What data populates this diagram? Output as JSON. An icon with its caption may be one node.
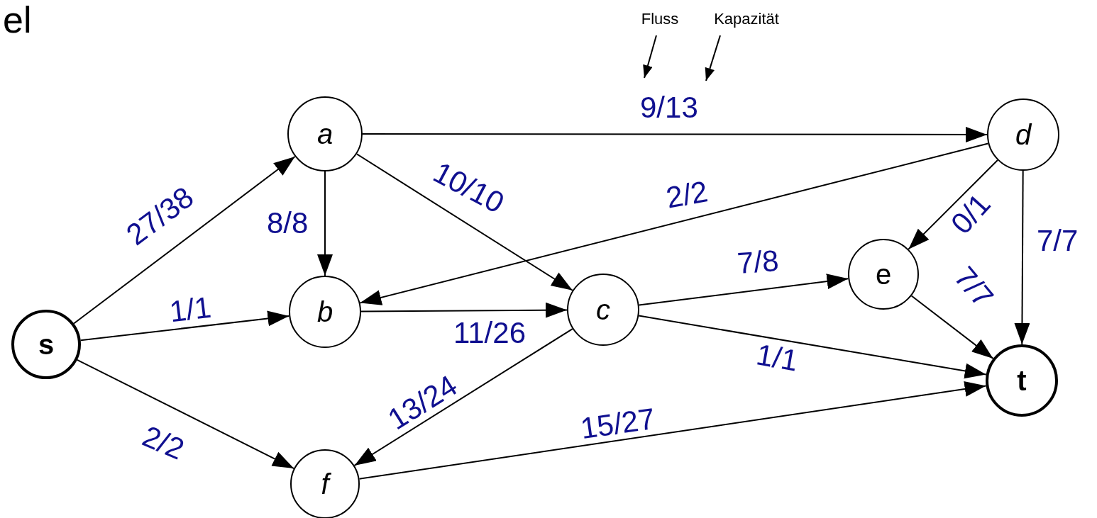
{
  "diagram": {
    "nodes": [
      {
        "text": [
          "s"
        ]
      },
      {
        "text": [
          "a"
        ]
      },
      {
        "text": [
          "b"
        ]
      },
      {
        "text": [
          "c"
        ]
      },
      {
        "text": [
          "d"
        ]
      },
      {
        "text": [
          "e"
        ]
      },
      {
        "text": [
          "t"
        ]
      },
      {
        "text": [
          "f"
        ]
      },
      {
        "text": [
          "Fluss"
        ]
      },
      {
        "text": [
          "Kapazität"
        ]
      }
    ],
    "edges": [
      {
        "from": 0,
        "to": 1,
        "arrow": "to",
        "label": "27/38"
      },
      {
        "from": 0,
        "to": 2,
        "arrow": "to",
        "label": "1/1"
      },
      {
        "from": 0,
        "to": 7,
        "arrow": "to",
        "label": "2/2"
      },
      {
        "from": 1,
        "to": 4,
        "arrow": "to",
        "label": "9/13"
      },
      {
        "from": 1,
        "to": 2,
        "arrow": "to",
        "label": "8/8"
      },
      {
        "from": 1,
        "to": 3,
        "arrow": "to",
        "label": "10/10"
      },
      {
        "from": 4,
        "to": 2,
        "arrow": "to",
        "label": "2/2"
      },
      {
        "from": 2,
        "to": 3,
        "arrow": "to",
        "label": "11/26"
      },
      {
        "from": 3,
        "to": 5,
        "arrow": "to",
        "label": "7/8"
      },
      {
        "from": 4,
        "to": 5,
        "arrow": "to",
        "label": "0/1"
      },
      {
        "from": 4,
        "to": 6,
        "arrow": "to",
        "label": "7/7"
      },
      {
        "from": 5,
        "to": 6,
        "arrow": "to",
        "label": "7/7"
      },
      {
        "from": 3,
        "to": 6,
        "arrow": "to",
        "label": "1/1"
      },
      {
        "from": 3,
        "to": 7,
        "arrow": "to",
        "label": "13/24"
      },
      {
        "from": 7,
        "to": 6,
        "arrow": "to",
        "label": "15/27"
      },
      {
        "from": 8,
        "to": null,
        "arrow": "to"
      },
      {
        "from": 9,
        "to": null,
        "arrow": "to"
      }
    ],
    "labels": [
      "el"
    ]
  }
}
